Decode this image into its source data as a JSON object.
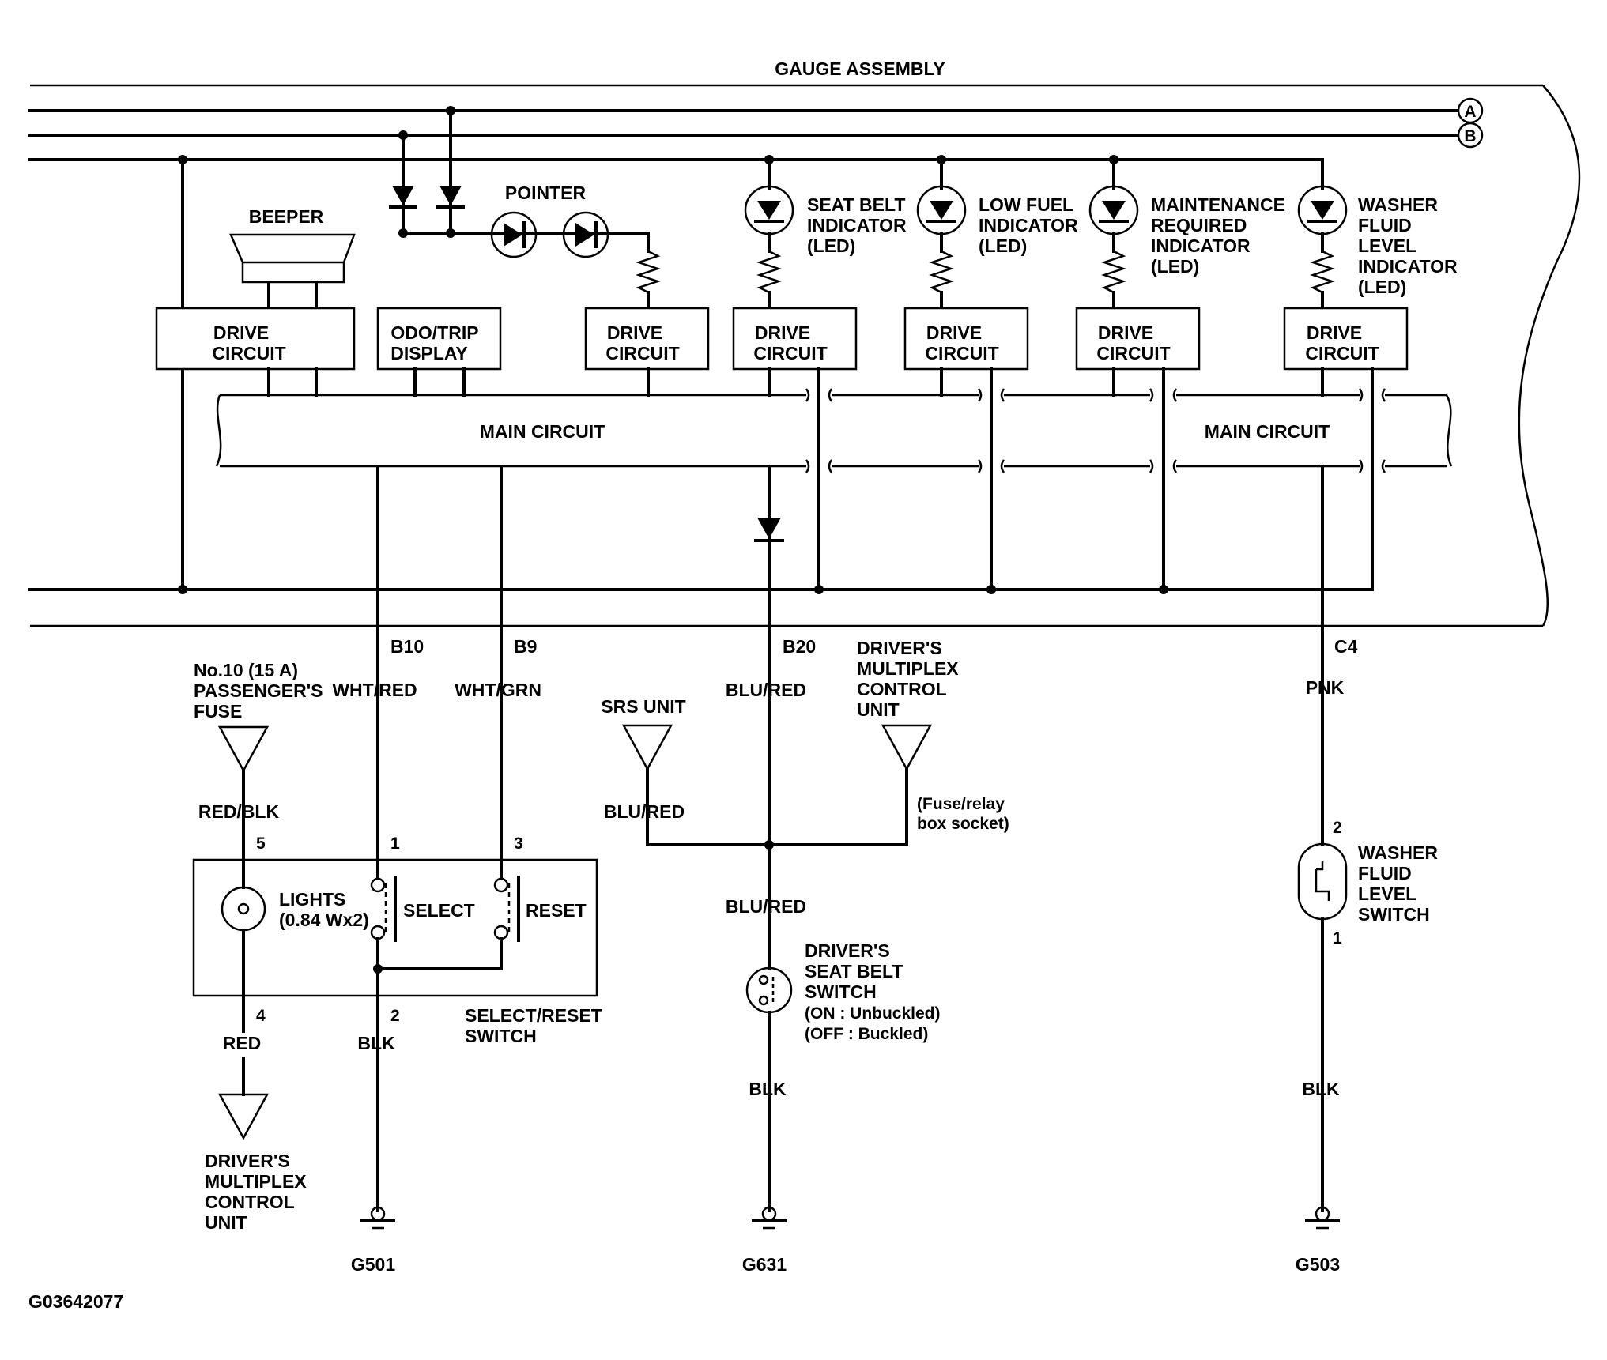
{
  "title": "GAUGE ASSEMBLY",
  "figure_code": "G03642077",
  "bus_markers": [
    "A",
    "B"
  ],
  "gauge": {
    "beeper": "BEEPER",
    "pointer": "POINTER",
    "drive_circuit": [
      "DRIVE",
      "CIRCUIT"
    ],
    "odo_trip": [
      "ODO/TRIP",
      "DISPLAY"
    ],
    "main_circuit": "MAIN CIRCUIT",
    "indicators": [
      {
        "lines": [
          "SEAT BELT",
          "INDICATOR",
          "(LED)"
        ]
      },
      {
        "lines": [
          "LOW FUEL",
          "INDICATOR",
          "(LED)"
        ]
      },
      {
        "lines": [
          "MAINTENANCE",
          "REQUIRED",
          "INDICATOR",
          "(LED)"
        ]
      },
      {
        "lines": [
          "WASHER",
          "FLUID",
          "LEVEL",
          "INDICATOR",
          "(LED)"
        ]
      }
    ]
  },
  "terminals": {
    "b10": "B10",
    "b9": "B9",
    "b20": "B20",
    "c4": "C4"
  },
  "wires": {
    "wht_red": "WHT/RED",
    "wht_grn": "WHT/GRN",
    "blu_red_top": "BLU/RED",
    "blu_red_srs": "BLU/RED",
    "blu_red_bottom": "BLU/RED",
    "pnk": "PNK",
    "red_blk": "RED/BLK",
    "red": "RED",
    "blk_g501": "BLK",
    "blk_g631": "BLK",
    "blk_g503": "BLK"
  },
  "left_fuse": [
    "No.10 (15 A)",
    "PASSENGER'S",
    "FUSE"
  ],
  "srs_unit": "SRS UNIT",
  "multiplex_top": [
    "DRIVER'S",
    "MULTIPLEX",
    "CONTROL",
    "UNIT"
  ],
  "fuse_relay": [
    "(Fuse/relay",
    "box socket)"
  ],
  "switch_box": {
    "lights": [
      "LIGHTS",
      "(0.84 Wx2)"
    ],
    "select": "SELECT",
    "reset": "RESET",
    "name": [
      "SELECT/RESET",
      "SWITCH"
    ],
    "pins": {
      "p5": "5",
      "p1": "1",
      "p3": "3",
      "p4": "4",
      "p2": "2"
    }
  },
  "multiplex_bottom": [
    "DRIVER'S",
    "MULTIPLEX",
    "CONTROL",
    "UNIT"
  ],
  "seat_belt_switch": [
    "DRIVER'S",
    "SEAT BELT",
    "SWITCH",
    "(ON : Unbuckled)",
    "(OFF : Buckled)"
  ],
  "washer_switch": {
    "lines": [
      "WASHER",
      "FLUID",
      "LEVEL",
      "SWITCH"
    ],
    "pin_top": "2",
    "pin_bottom": "1"
  },
  "grounds": {
    "g501": "G501",
    "g631": "G631",
    "g503": "G503"
  }
}
